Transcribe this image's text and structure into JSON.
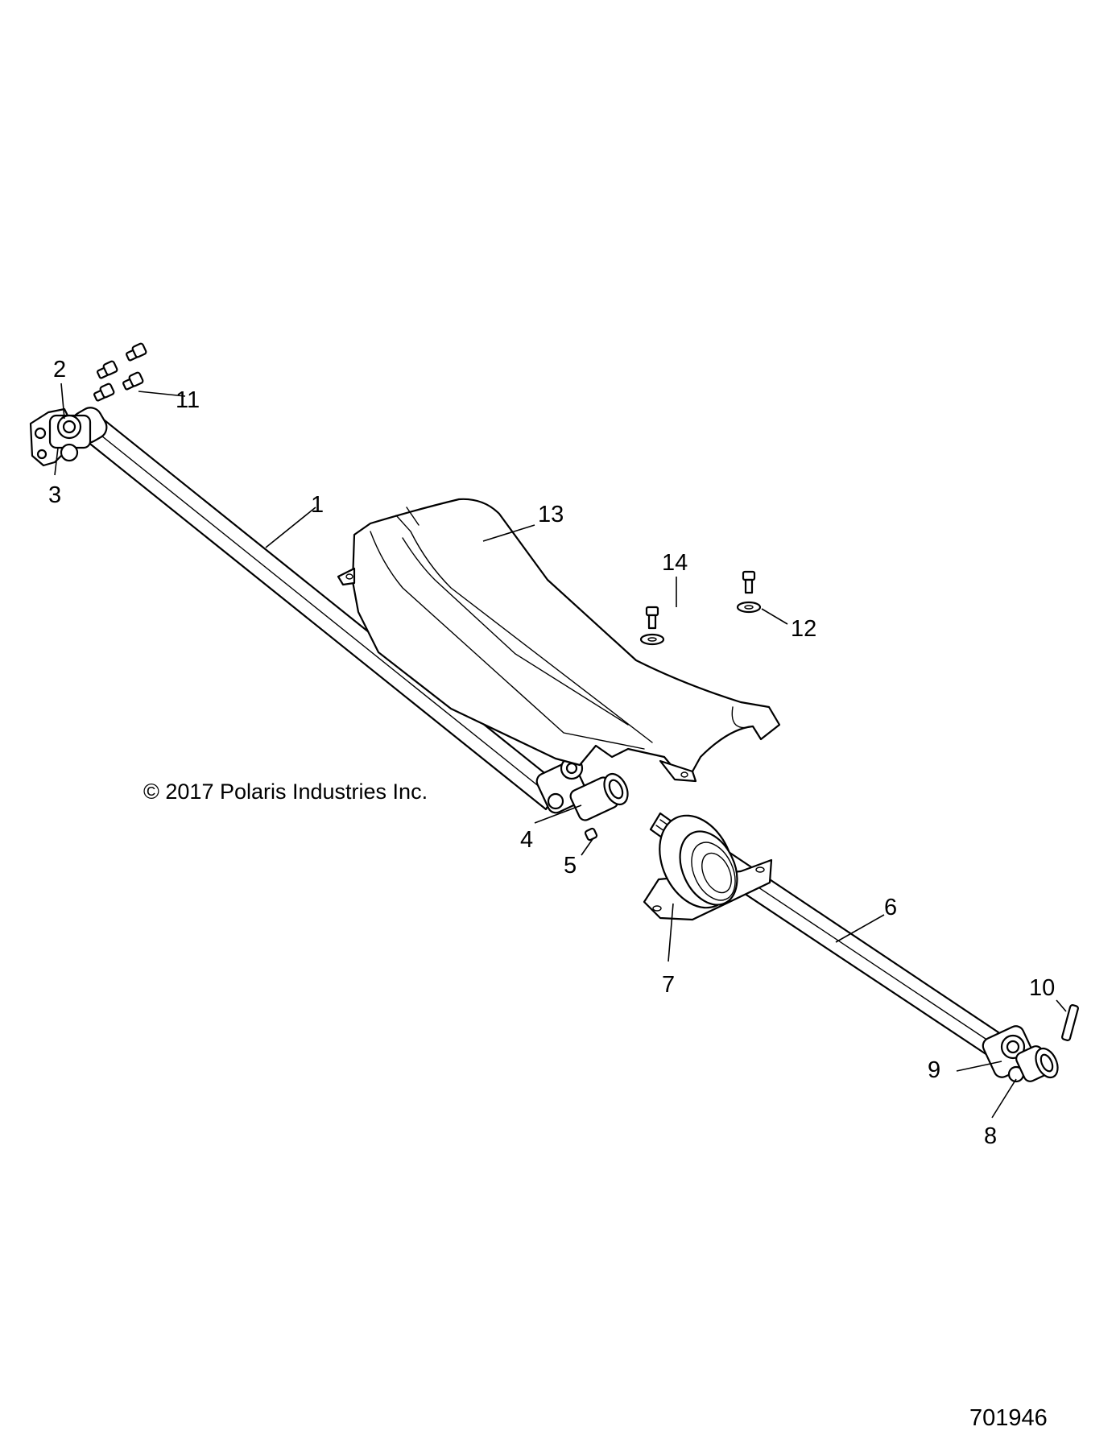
{
  "copyright": "© 2017 Polaris Industries Inc.",
  "drawing_number": "701946",
  "callouts": {
    "c1": "1",
    "c2": "2",
    "c3": "3",
    "c4": "4",
    "c5": "5",
    "c6": "6",
    "c7": "7",
    "c8": "8",
    "c9": "9",
    "c10": "10",
    "c11": "11",
    "c12": "12",
    "c13": "13",
    "c14": "14"
  }
}
